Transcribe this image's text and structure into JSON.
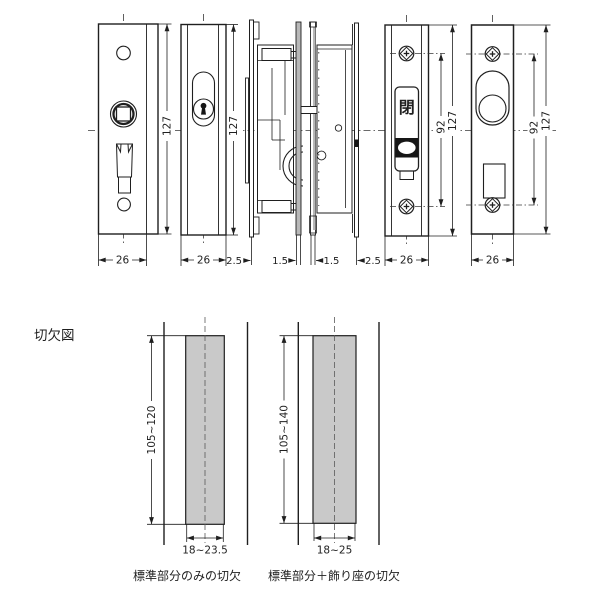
{
  "drawing": {
    "top": {
      "view1": {
        "height": "127",
        "width": "26"
      },
      "view2": {
        "height": "127",
        "width": "26"
      },
      "section": {
        "t1": "2.5",
        "t2": "1.5",
        "t3": "1.5",
        "t4": "2.5"
      },
      "view4": {
        "screw_span": "92",
        "height": "127",
        "width": "26",
        "indicator": "閉"
      },
      "view5": {
        "screw_span": "92",
        "height": "127",
        "width": "26"
      }
    },
    "cutout": {
      "title": "切欠図",
      "d1": {
        "height": "105~120",
        "width": "18~23.5",
        "caption": "標準部分のみの切欠"
      },
      "d2": {
        "height": "105~140",
        "width": "18~25",
        "caption": "標準部分＋飾り座の切欠"
      }
    },
    "colors": {
      "line": "#1f1f1f",
      "shade": "#c9c9c9"
    }
  }
}
